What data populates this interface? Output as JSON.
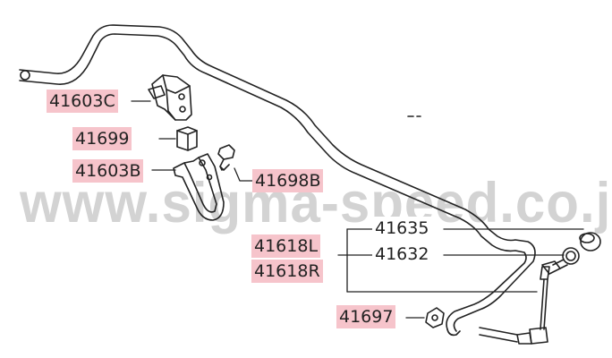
{
  "watermark": {
    "text": "www.sigma-speed.co.jp"
  },
  "parts": {
    "bushing_bracket_upper": "41603C",
    "bushing": "41699",
    "bushing_bracket_lower": "41603B",
    "bracket_bolt": "41698B",
    "stabilizer_bar": "41635",
    "link_left": "41618L",
    "link_washer": "41632",
    "link_right": "41618R",
    "link_nut": "41697"
  },
  "colors": {
    "label_highlight": "#f6c4cb",
    "line": "#222222",
    "watermark": "#d3d3d3"
  }
}
